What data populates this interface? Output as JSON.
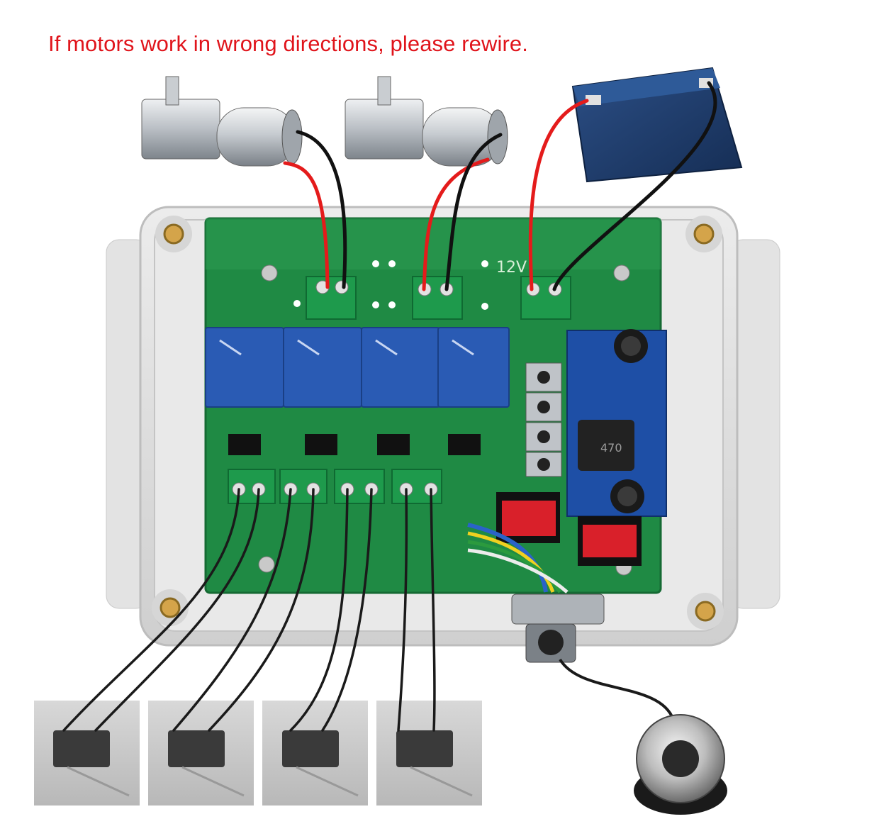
{
  "notice": {
    "text": "If motors work in wrong directions, please rewire.",
    "color": "#e0141b"
  },
  "board": {
    "power_label": "12V"
  },
  "inductor": {
    "code": "470"
  },
  "colors": {
    "pcb": "#1f8a44",
    "enclosure": "#dcdcdc",
    "relay": "#2a5bb4",
    "terminal": "#1e9a4c",
    "switch_red": "#d9202a",
    "battery": "#1e3a66",
    "wire_red": "#e41b1b",
    "wire_black": "#111111"
  },
  "icons": [
    "motor-icon",
    "battery-icon",
    "relay-icon",
    "terminal-block-icon",
    "rocker-switch-icon",
    "micro-switch-icon",
    "push-button-icon",
    "sensor-dome-icon"
  ]
}
